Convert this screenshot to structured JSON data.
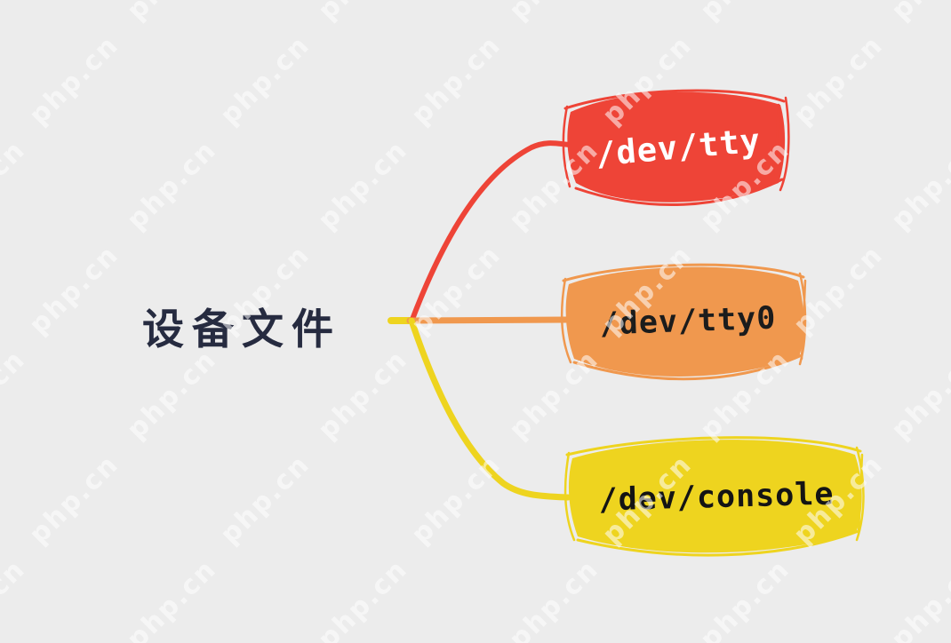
{
  "canvas": {
    "background_color": "#ececec",
    "watermark_text": "php.cn"
  },
  "mindmap": {
    "root": {
      "label": "设备文件",
      "color": "#262b40"
    },
    "nodes": [
      {
        "id": "dev-tty",
        "label": "/dev/tty",
        "fill": "#ee4437",
        "text_color": "#ffffff"
      },
      {
        "id": "dev-tty0",
        "label": "/dev/tty0",
        "fill": "#f0984e",
        "text_color": "#1c1c1c"
      },
      {
        "id": "dev-console",
        "label": "/dev/console",
        "fill": "#eed41f",
        "text_color": "#141414"
      }
    ]
  }
}
